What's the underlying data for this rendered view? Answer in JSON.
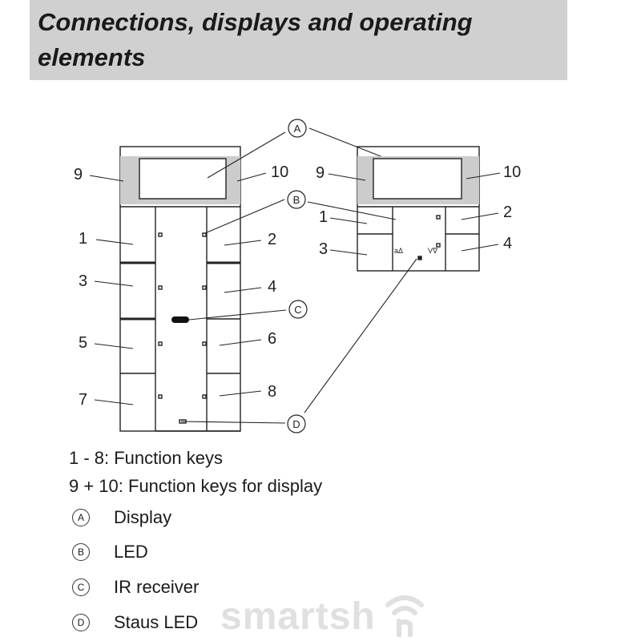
{
  "header": {
    "title": "Connections, displays and operating elements"
  },
  "diagram": {
    "callouts": {
      "a": "A",
      "b": "B",
      "c": "C",
      "d": "D"
    },
    "large_device": {
      "labels": {
        "k1": "1",
        "k2": "2",
        "k3": "3",
        "k4": "4",
        "k5": "5",
        "k6": "6",
        "k7": "7",
        "k8": "8",
        "k9": "9",
        "k10": "10"
      }
    },
    "small_device": {
      "labels": {
        "k1": "1",
        "k2": "2",
        "k3": "3",
        "k4": "4",
        "k9": "9",
        "k10": "10"
      }
    }
  },
  "legend": {
    "function_keys": "1 - 8: Function keys",
    "display_keys": "9 + 10: Function keys for display",
    "items": [
      {
        "mark": "A",
        "text": "Display"
      },
      {
        "mark": "B",
        "text": "LED"
      },
      {
        "mark": "C",
        "text": "IR receiver"
      },
      {
        "mark": "D",
        "text": "Staus LED"
      }
    ]
  },
  "watermark": {
    "text": "smartsh",
    "icon": "wifi-icon"
  }
}
